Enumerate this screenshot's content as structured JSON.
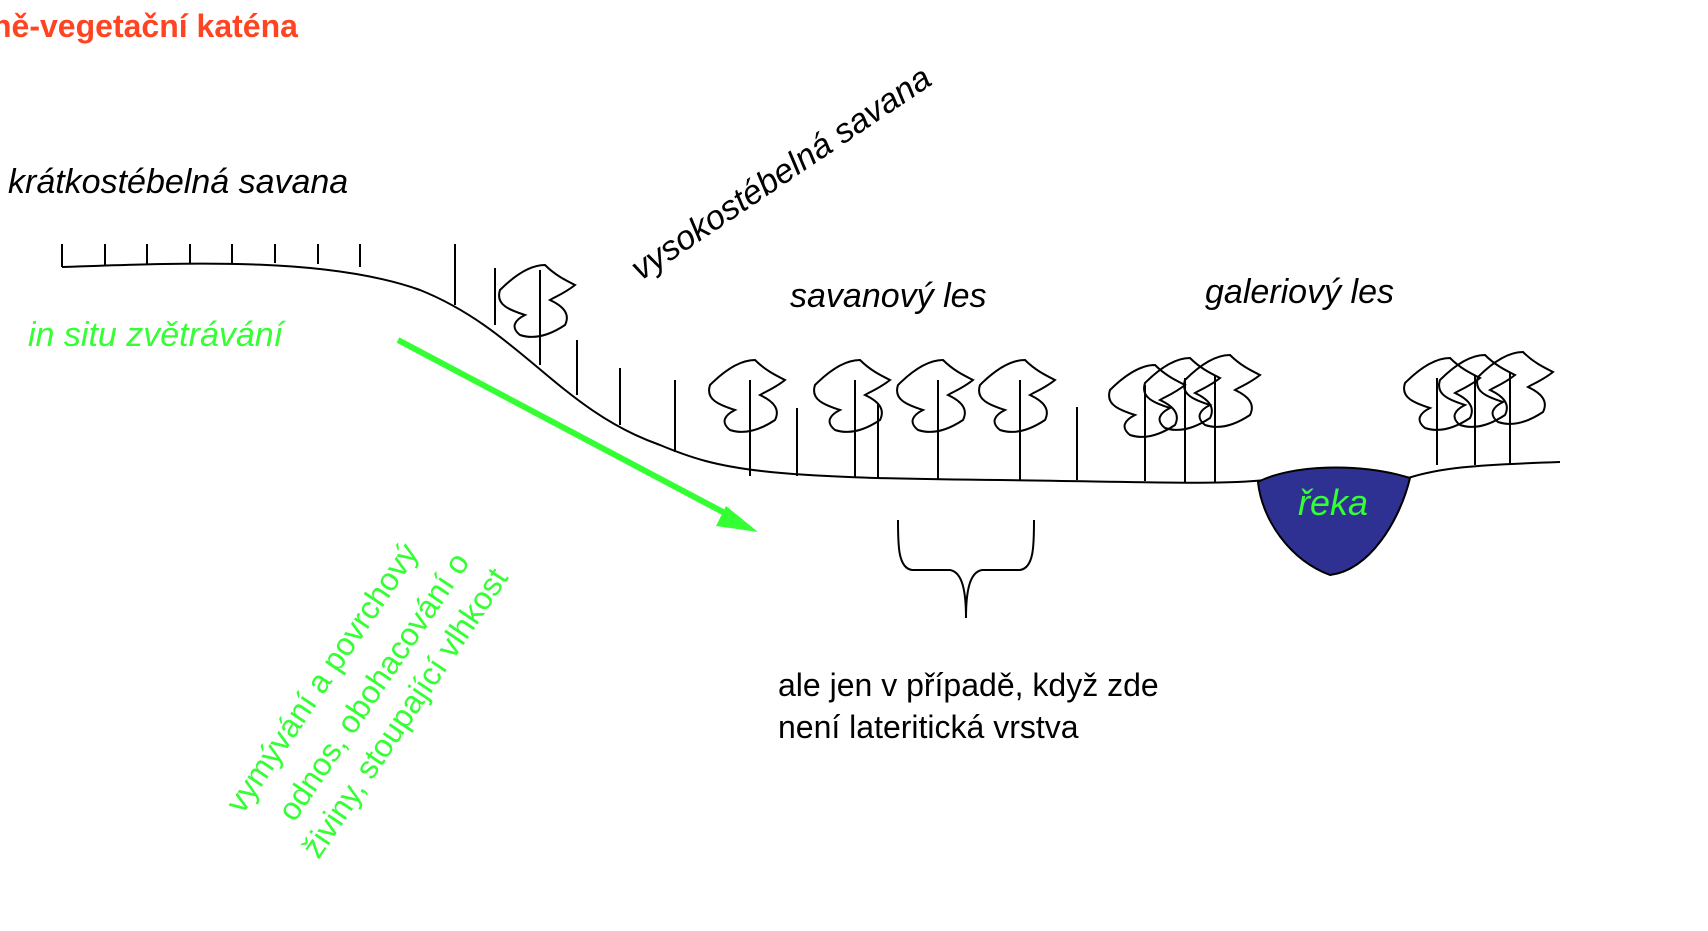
{
  "title": "ně-vegetační katéna",
  "labels": {
    "short_grass": "krátkostébelná savana",
    "tall_grass": "vysokostébelná savana",
    "savanna_forest": "savanový les",
    "gallery_forest": "galeriový les",
    "in_situ": "in situ zvětrávání",
    "river": "řeka"
  },
  "leaching": [
    "vymývání a povrchový",
    "odnos, obohacování o",
    "živiny, stoupající vlhkost"
  ],
  "note": [
    "ale jen v případě, když zde",
    "není lateritická vrstva"
  ],
  "colors": {
    "title": "#ff4422",
    "green": "#33ff33",
    "river": "#2e3192",
    "line": "#000000"
  }
}
